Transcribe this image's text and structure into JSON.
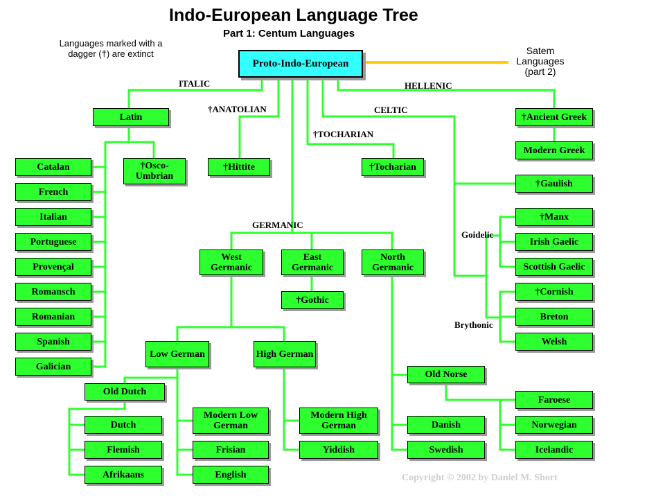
{
  "title": "Indo-European Language Tree",
  "subtitle": "Part 1: Centum Languages",
  "note": "Languages marked with a dagger (†) are extinct",
  "satem_note": "Satem Languages (part 2)",
  "root": "Proto-Indo-European",
  "branch_labels": {
    "italic": "ITALIC",
    "anatolian": "†ANATOLIAN",
    "tocharian": "†TOCHARIAN",
    "celtic": "CELTIC",
    "hellenic": "HELLENIC",
    "germanic": "GERMANIC",
    "goidelic": "Goidelic",
    "brythonic": "Brythonic"
  },
  "nodes": {
    "latin": "Latin",
    "osco_umbrian": "†Osco-Umbrian",
    "catalan": "Catalan",
    "french": "French",
    "italian": "Italian",
    "portuguese": "Portuguese",
    "provencal": "Provençal",
    "romansch": "Romansch",
    "romanian": "Romanian",
    "spanish": "Spanish",
    "galician": "Galician",
    "hittite": "†Hittite",
    "tocharian": "†Tocharian",
    "ancient_greek": "†Ancient Greek",
    "modern_greek": "Modern Greek",
    "gaulish": "†Gaulish",
    "manx": "†Manx",
    "irish_gaelic": "Irish Gaelic",
    "scottish_gaelic": "Scottish Gaelic",
    "cornish": "†Cornish",
    "breton": "Breton",
    "welsh": "Welsh",
    "west_germanic": "West Germanic",
    "east_germanic": "East Germanic",
    "north_germanic": "North Germanic",
    "gothic": "†Gothic",
    "low_german": "Low German",
    "high_german": "High German",
    "old_dutch": "Old Dutch",
    "dutch": "Dutch",
    "flemish": "Flemish",
    "afrikaans": "Afrikaans",
    "modern_low_german": "Modern Low German",
    "frisian": "Frisian",
    "english": "English",
    "modern_high_german": "Modern High German",
    "yiddish": "Yiddish",
    "old_norse": "Old Norse",
    "danish": "Danish",
    "swedish": "Swedish",
    "faroese": "Faroese",
    "norwegian": "Norwegian",
    "icelandic": "Icelandic"
  },
  "copyright": "Copyright © 2002 by Daniel M. Short",
  "colors": {
    "node": "#2eff2e",
    "root": "#33ffff",
    "line": "#2eff2e",
    "satem_line": "#ffcc00"
  }
}
